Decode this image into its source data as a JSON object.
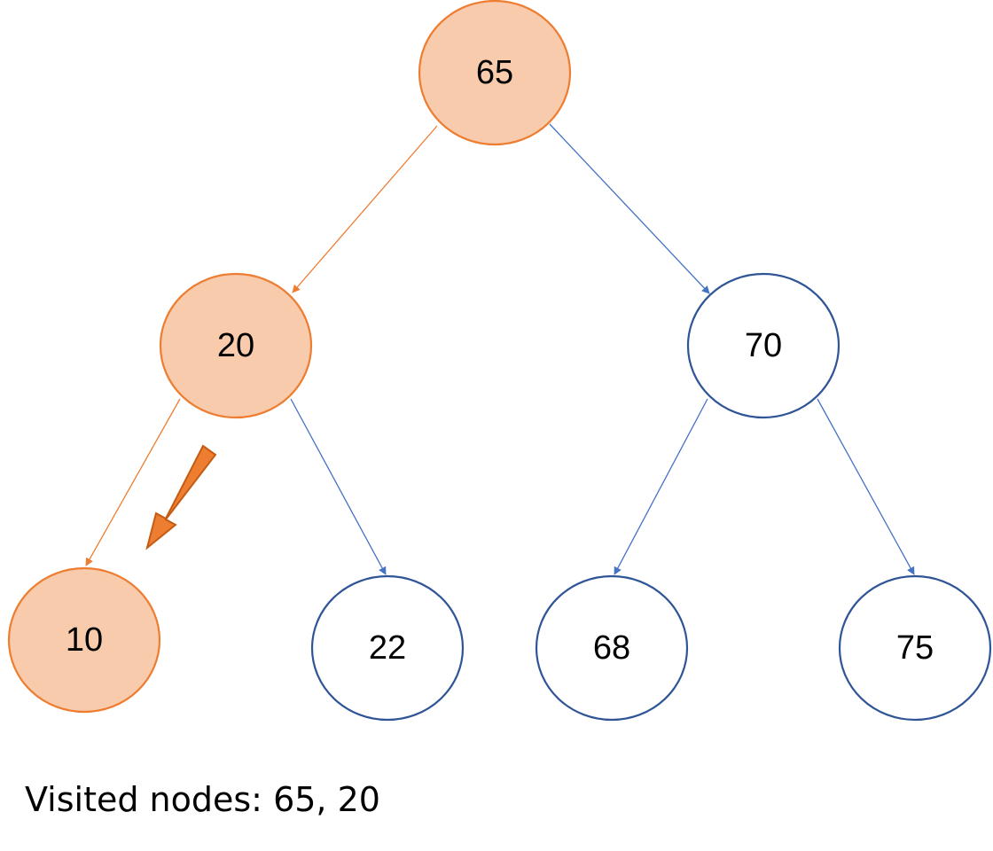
{
  "colors": {
    "visited_fill": "#F8CBAD",
    "visited_stroke": "#ED7D31",
    "unvisited_fill": "#FFFFFF",
    "unvisited_stroke": "#2F5597",
    "visited_edge": "#ED7D31",
    "unvisited_edge": "#4472C4",
    "pointer_fill": "#ED7D31",
    "pointer_stroke": "#C55A11"
  },
  "tree": {
    "nodes": [
      {
        "id": "n65",
        "label": "65",
        "visited": true
      },
      {
        "id": "n20",
        "label": "20",
        "visited": true
      },
      {
        "id": "n70",
        "label": "70",
        "visited": false
      },
      {
        "id": "n10",
        "label": "10",
        "visited": true
      },
      {
        "id": "n22",
        "label": "22",
        "visited": false
      },
      {
        "id": "n68",
        "label": "68",
        "visited": false
      },
      {
        "id": "n75",
        "label": "75",
        "visited": false
      }
    ],
    "edges": [
      {
        "from": "n65",
        "to": "n20",
        "visited": true
      },
      {
        "from": "n65",
        "to": "n70",
        "visited": false
      },
      {
        "from": "n20",
        "to": "n10",
        "visited": true
      },
      {
        "from": "n20",
        "to": "n22",
        "visited": false
      },
      {
        "from": "n70",
        "to": "n68",
        "visited": false
      },
      {
        "from": "n70",
        "to": "n75",
        "visited": false
      }
    ],
    "current_pointer": {
      "target": "n10",
      "icon": "down-left-arrow-icon"
    }
  },
  "caption": {
    "text": "Visited nodes: 65, 20"
  }
}
